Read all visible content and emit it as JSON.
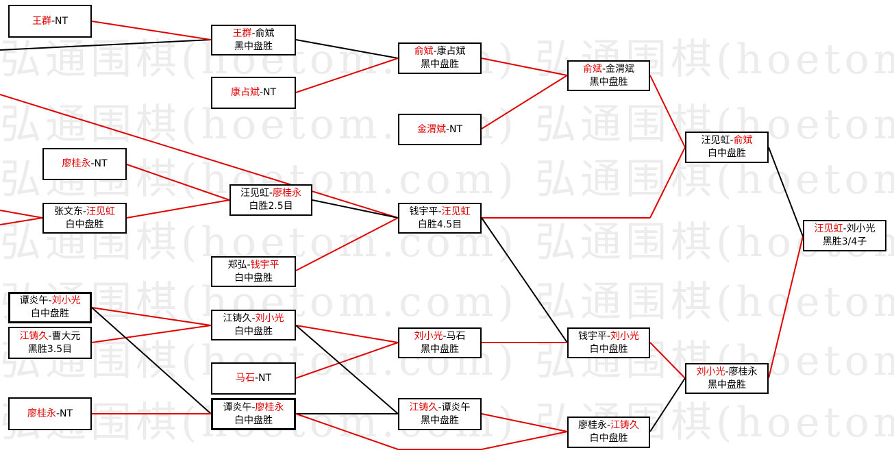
{
  "watermark": "弘通围棋(hoetom.com)",
  "colors": {
    "winner": "#e00000",
    "loser": "#000000",
    "line_red": "#e00000",
    "line_black": "#000000"
  },
  "matches": {
    "m_wq": {
      "p1": "王群",
      "sep": "-",
      "p2": "NT",
      "w": 1,
      "result": ""
    },
    "m_yb": {
      "p1": "王群",
      "sep": "-",
      "p2": "俞斌",
      "w": 1,
      "result": "黑中盘胜"
    },
    "m_kzb": {
      "p1": "康占斌",
      "sep": "-",
      "p2": "NT",
      "w": 1,
      "result": ""
    },
    "m_yb2": {
      "p1": "俞斌",
      "sep": "-",
      "p2": "康占斌",
      "w": 1,
      "result": "黑中盘胜"
    },
    "m_jwb": {
      "p1": "金渭斌",
      "sep": "-",
      "p2": "NT",
      "w": 1,
      "result": ""
    },
    "m_yb3": {
      "p1": "俞斌",
      "sep": "-",
      "p2": "金渭斌",
      "w": 1,
      "result": "黑中盘胜"
    },
    "m_lgy": {
      "p1": "廖桂永",
      "sep": "-",
      "p2": "NT",
      "w": 1,
      "result": ""
    },
    "m_zwd": {
      "p1": "张文东",
      "sep": "-",
      "p2": "汪见虹",
      "w": 2,
      "result": "白中盘胜"
    },
    "m_wjh": {
      "p1": "汪见虹",
      "sep": "-",
      "p2": "廖桂永",
      "w": 2,
      "result": "白胜2.5目"
    },
    "m_zh": {
      "p1": "郑弘",
      "sep": "-",
      "p2": "钱宇平",
      "w": 2,
      "result": "白中盘胜"
    },
    "m_qyp": {
      "p1": "钱宇平",
      "sep": "-",
      "p2": "汪见虹",
      "w": 2,
      "result": "白胜4.5目"
    },
    "m_tyw": {
      "p1": "谭炎午",
      "sep": "-",
      "p2": "刘小光",
      "w": 2,
      "result": "白中盘胜"
    },
    "m_jzj": {
      "p1": "江铸久",
      "sep": "-",
      "p2": "曹大元",
      "w": 1,
      "result": "黑胜3.5目"
    },
    "m_lgy2": {
      "p1": "廖桂永",
      "sep": "-",
      "p2": "NT",
      "w": 1,
      "result": ""
    },
    "m_jzj2": {
      "p1": "江铸久",
      "sep": "-",
      "p2": "刘小光",
      "w": 2,
      "result": "白中盘胜"
    },
    "m_ms": {
      "p1": "马石",
      "sep": "-",
      "p2": "NT",
      "w": 1,
      "result": ""
    },
    "m_tyw2": {
      "p1": "谭炎午",
      "sep": "-",
      "p2": "廖桂永",
      "w": 2,
      "result": "白中盘胜"
    },
    "m_lxg": {
      "p1": "刘小光",
      "sep": "-",
      "p2": "马石",
      "w": 1,
      "result": "黑中盘胜"
    },
    "m_jzj3": {
      "p1": "江铸久",
      "sep": "-",
      "p2": "谭炎午",
      "w": 1,
      "result": "黑中盘胜"
    },
    "m_qyp2": {
      "p1": "钱宇平",
      "sep": "-",
      "p2": "刘小光",
      "w": 2,
      "result": "白中盘胜"
    },
    "m_lgy3": {
      "p1": "廖桂永",
      "sep": "-",
      "p2": "江铸久",
      "w": 2,
      "result": "白中盘胜"
    },
    "m_wjh2": {
      "p1": "汪见虹",
      "sep": "-",
      "p2": "俞斌",
      "w": 2,
      "result": "白中盘胜"
    },
    "m_lxg2": {
      "p1": "刘小光",
      "sep": "-",
      "p2": "廖桂永",
      "w": 1,
      "result": "黑中盘胜"
    },
    "m_final": {
      "p1": "汪见虹",
      "sep": "-",
      "p2": "刘小光",
      "w": 1,
      "result": "黑胜3/4子"
    }
  }
}
